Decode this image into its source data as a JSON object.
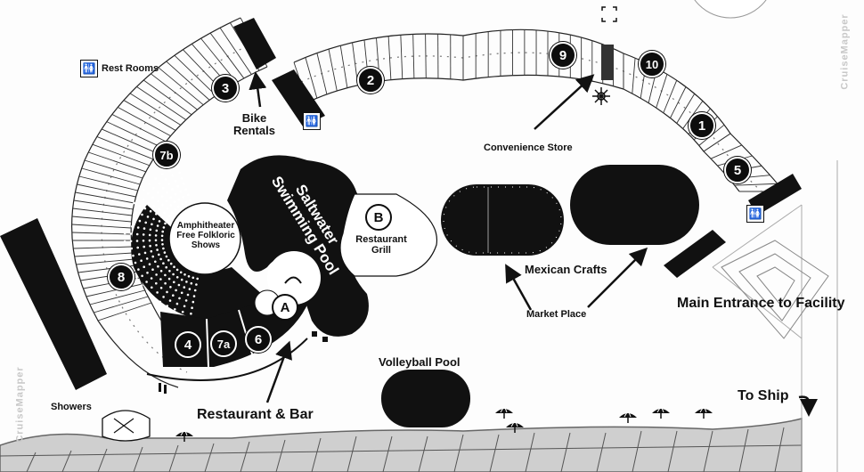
{
  "watermark": "CruiseMapper",
  "labels": {
    "rest_rooms": "Rest Rooms",
    "bike_rentals": "Bike\nRentals",
    "convenience_store": "Convenience Store",
    "amphitheater": "Amphitheater\nFree Folkloric\nShows",
    "saltwater_pool": "Saltwater\nSwimming Pool",
    "restaurant_grill": "Restaurant\nGrill",
    "mexican_crafts": "Mexican Crafts",
    "market_place": "Market Place",
    "main_entrance": "Main Entrance to Facility",
    "to_ship": "To Ship",
    "volleyball_pool": "Volleyball Pool",
    "restaurant_bar": "Restaurant & Bar",
    "showers": "Showers"
  },
  "markers": {
    "m1": "1",
    "m2": "2",
    "m3": "3",
    "m4": "4",
    "m5": "5",
    "m6": "6",
    "m7a": "7a",
    "m7b": "7b",
    "m8": "8",
    "m9": "9",
    "m10": "10",
    "mA": "A",
    "mB": "B"
  },
  "icons": {
    "restroom": "restroom-icon",
    "arrow": "arrow-icon",
    "umbrella": "beach-umbrella-icon",
    "shower": "shower-icon",
    "palm": "palm-tree-icon"
  }
}
